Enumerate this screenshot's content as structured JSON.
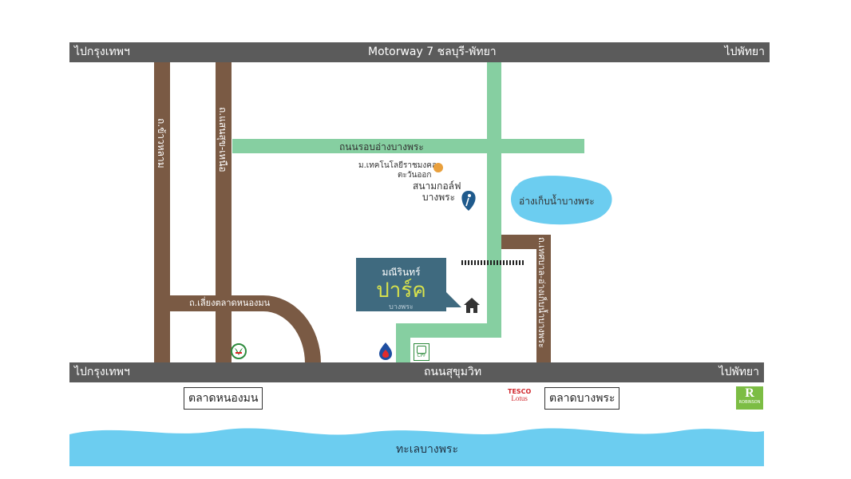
{
  "top_highway": {
    "left_label": "ไปกรุงเทพฯ",
    "center_label": "Motorway 7 ชลบุรี-พัทยา",
    "right_label": "ไปพัทยา"
  },
  "bottom_highway": {
    "left_label": "ไปกรุงเทพฯ",
    "center_label": "ถนนสุขุมวิท",
    "right_label": "ไปพัทยา"
  },
  "roads": {
    "khao_ham": "ถ.ข้าวหลาม",
    "saensuk_nuea": "ถ.แสนสุข-เหนือ",
    "bypass_nong_mon": "ถ.เลี่ยงตลาดหนองมน",
    "ring_road": "ถนนรอบอ่างบางพระ",
    "reservoir_road": "ถ.เทศบาล-อ่างเก็บน้ำบางพระ"
  },
  "pois": {
    "university_line1": "ม.เทคโนโลยีราชมงคล",
    "university_line2": "ตะวันออก",
    "golf_line1": "สนามกอล์ฟ",
    "golf_line2": "บางพระ",
    "reservoir": "อ่างเก็บน้ำบางพระ",
    "market_nong_mon": "ตลาดหนองมน",
    "market_bang_phra": "ตลาดบางพระ",
    "tesco_line1": "TESCO",
    "tesco_line2": "Lotus",
    "robinson": "ROBINSON",
    "cpf": "CPF",
    "sea": "ทะเลบางพระ"
  },
  "project": {
    "name_top": "มณีรินทร์",
    "name_main": "ปาร์ค",
    "name_sub": "บางพระ"
  },
  "colors": {
    "highway": "#5b5b5b",
    "green_road": "#86cfa1",
    "brown_road": "#7a5a44",
    "water": "#6ccdf0",
    "project_box": "#3f6a7f",
    "project_accent": "#d8e24c",
    "poi_orange": "#e9a03c"
  },
  "icons": [
    "home-icon",
    "golf-icon",
    "kasikorn-bank-icon",
    "ptt-station-icon",
    "cpf-icon",
    "robinson-icon",
    "tesco-lotus-logo"
  ]
}
